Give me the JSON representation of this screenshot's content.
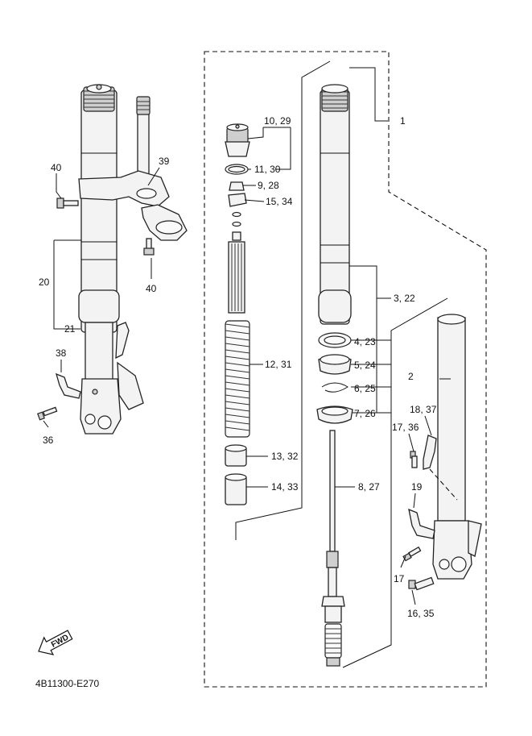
{
  "diagram": {
    "code": "4B11300-E270",
    "fwd_badge": "FWD",
    "labels": {
      "l1": "1",
      "l2": "2",
      "l3_22": "3, 22",
      "l4_23": "4, 23",
      "l5_24": "5, 24",
      "l6_25": "6, 25",
      "l7_26": "7, 26",
      "l8_27": "8, 27",
      "l9_28": "9, 28",
      "l10_29": "10, 29",
      "l11_30": "11, 30",
      "l12_31": "12, 31",
      "l13_32": "13, 32",
      "l14_33": "14, 33",
      "l15_34": "15, 34",
      "l16_35": "16, 35",
      "l17": "17",
      "l17_36": "17, 36",
      "l18_37": "18, 37",
      "l19": "19",
      "l20": "20",
      "l21": "21",
      "l36": "36",
      "l38": "38",
      "l39": "39",
      "l40a": "40",
      "l40b": "40"
    }
  }
}
